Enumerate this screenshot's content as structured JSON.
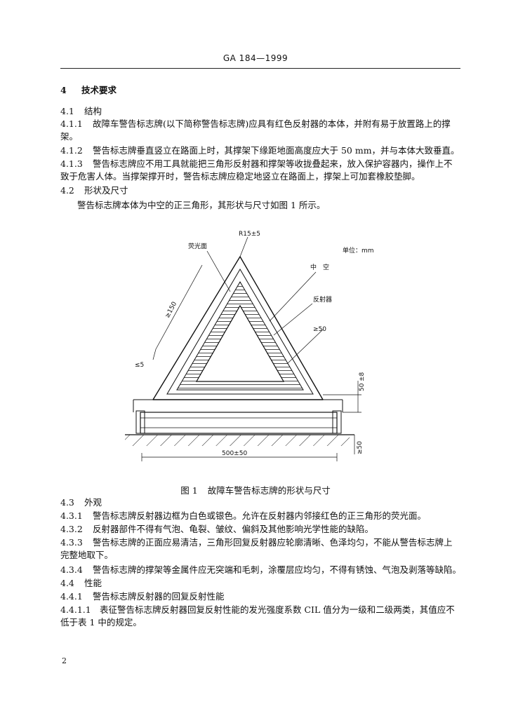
{
  "header": {
    "code": "GA 184—1999"
  },
  "sections": {
    "s4": {
      "num": "4",
      "title": "技术要求"
    },
    "s41": {
      "num": "4.1",
      "title": "结构"
    },
    "s411": {
      "num": "4.1.1",
      "text": "故障车警告标志牌(以下简称警告标志牌)应具有红色反射器的本体，并附有易于放置路上的撑架。"
    },
    "s412": {
      "num": "4.1.2",
      "text": "警告标志牌垂直竖立在路面上时，其撑架下缘距地面高度应大于 50 mm，并与本体大致垂直。"
    },
    "s413": {
      "num": "4.1.3",
      "text": "警告标志牌应不用工具就能把三角形反射器和撑架等收拢叠起来，放入保护容器内，操作上不致于危害人体。当撑架撑开时，警告标志牌应稳定地竖立在路面上，撑架上可加套橡胶垫脚。"
    },
    "s42": {
      "num": "4.2",
      "title": "形状及尺寸"
    },
    "s42_text": "警告标志牌本体为中空的正三角形，其形状与尺寸如图 1 所示。",
    "s43": {
      "num": "4.3",
      "title": "外观"
    },
    "s431": {
      "num": "4.3.1",
      "text": "警告标志牌反射器边框为白色或银色。允许在反射器内邻接红色的正三角形的荧光面。"
    },
    "s432": {
      "num": "4.3.2",
      "text": "反射器部件不得有气泡、龟裂、皱纹、偏斜及其他影响光学性能的缺陷。"
    },
    "s433": {
      "num": "4.3.3",
      "text": "警告标志牌的正面应易清洁，三角形回复反射器应轮廓清晰、色泽均匀，不能从警告标志牌上完整地取下。"
    },
    "s434": {
      "num": "4.3.4",
      "text": "警告标志牌的撑架等金属件应无突端和毛刺，涂覆层应均匀，不得有锈蚀、气泡及剥落等缺陷。"
    },
    "s44": {
      "num": "4.4",
      "title": "性能"
    },
    "s441": {
      "num": "4.4.1",
      "text": "警告标志牌反射器的回复反射性能"
    },
    "s4411": {
      "num": "4.4.1.1",
      "text": "表征警告标志牌反射器回复反射性能的发光强度系数 CIL 值分为一级和二级两类，其值应不低于表 1 中的规定。"
    }
  },
  "figure": {
    "label_radius": "R15±5",
    "label_fluorescent": "荧光面",
    "label_unit": "单位：mm",
    "label_hollow": "中　空",
    "label_reflector": "反射器",
    "label_side": "≥150",
    "label_band": "≥50",
    "label_corner": "≤5",
    "label_ht_a": "50",
    "label_ht_b": "±8",
    "label_ground": "≥50",
    "label_base": "500±50"
  },
  "caption": {
    "label": "图 1",
    "text": "故障车警告标志牌的形状与尺寸"
  },
  "page_number": "2"
}
